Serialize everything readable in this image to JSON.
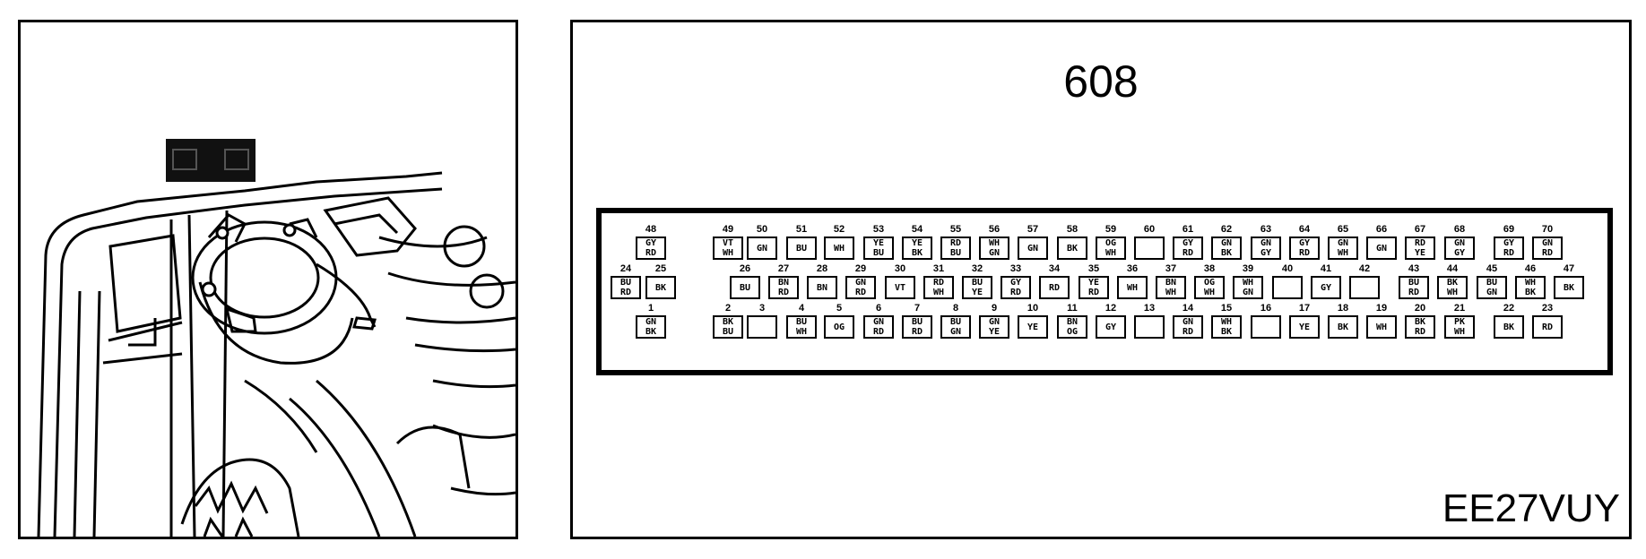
{
  "diagram": {
    "connector_number": "608",
    "figure_code": "EE27VUY",
    "rows": [
      {
        "row": "top",
        "pins": [
          {
            "pin": "48",
            "colors": [
              "GY",
              "RD"
            ]
          },
          {
            "pin": "49",
            "colors": [
              "VT",
              "WH"
            ]
          },
          {
            "pin": "50",
            "colors": [
              "GN"
            ]
          },
          {
            "pin": "51",
            "colors": [
              "BU"
            ]
          },
          {
            "pin": "52",
            "colors": [
              "WH"
            ]
          },
          {
            "pin": "53",
            "colors": [
              "YE",
              "BU"
            ]
          },
          {
            "pin": "54",
            "colors": [
              "YE",
              "BK"
            ]
          },
          {
            "pin": "55",
            "colors": [
              "RD",
              "BU"
            ]
          },
          {
            "pin": "56",
            "colors": [
              "WH",
              "GN"
            ]
          },
          {
            "pin": "57",
            "colors": [
              "GN"
            ]
          },
          {
            "pin": "58",
            "colors": [
              "BK"
            ]
          },
          {
            "pin": "59",
            "colors": [
              "OG",
              "WH"
            ]
          },
          {
            "pin": "60",
            "colors": []
          },
          {
            "pin": "61",
            "colors": [
              "GY",
              "RD"
            ]
          },
          {
            "pin": "62",
            "colors": [
              "GN",
              "BK"
            ]
          },
          {
            "pin": "63",
            "colors": [
              "GN",
              "GY"
            ]
          },
          {
            "pin": "64",
            "colors": [
              "GY",
              "RD"
            ]
          },
          {
            "pin": "65",
            "colors": [
              "GN",
              "WH"
            ]
          },
          {
            "pin": "66",
            "colors": [
              "GN"
            ]
          },
          {
            "pin": "67",
            "colors": [
              "RD",
              "YE"
            ]
          },
          {
            "pin": "68",
            "colors": [
              "GN",
              "GY"
            ]
          },
          {
            "pin": "69",
            "colors": [
              "GY",
              "RD"
            ]
          },
          {
            "pin": "70",
            "colors": [
              "GN",
              "RD"
            ]
          }
        ]
      },
      {
        "row": "middle",
        "pins": [
          {
            "pin": "24",
            "colors": [
              "BU",
              "RD"
            ]
          },
          {
            "pin": "25",
            "colors": [
              "BK"
            ]
          },
          {
            "pin": "26",
            "colors": [
              "BU"
            ]
          },
          {
            "pin": "27",
            "colors": [
              "BN",
              "RD"
            ]
          },
          {
            "pin": "28",
            "colors": [
              "BN"
            ]
          },
          {
            "pin": "29",
            "colors": [
              "GN",
              "RD"
            ]
          },
          {
            "pin": "30",
            "colors": [
              "VT"
            ]
          },
          {
            "pin": "31",
            "colors": [
              "RD",
              "WH"
            ]
          },
          {
            "pin": "32",
            "colors": [
              "BU",
              "YE"
            ]
          },
          {
            "pin": "33",
            "colors": [
              "GY",
              "RD"
            ]
          },
          {
            "pin": "34",
            "colors": [
              "RD"
            ]
          },
          {
            "pin": "35",
            "colors": [
              "YE",
              "RD"
            ]
          },
          {
            "pin": "36",
            "colors": [
              "WH"
            ]
          },
          {
            "pin": "37",
            "colors": [
              "BN",
              "WH"
            ]
          },
          {
            "pin": "38",
            "colors": [
              "OG",
              "WH"
            ]
          },
          {
            "pin": "39",
            "colors": [
              "WH",
              "GN"
            ]
          },
          {
            "pin": "40",
            "colors": []
          },
          {
            "pin": "41",
            "colors": [
              "GY"
            ]
          },
          {
            "pin": "42",
            "colors": []
          },
          {
            "pin": "43",
            "colors": [
              "BU",
              "RD"
            ]
          },
          {
            "pin": "44",
            "colors": [
              "BK",
              "WH"
            ]
          },
          {
            "pin": "45",
            "colors": [
              "BU",
              "GN"
            ]
          },
          {
            "pin": "46",
            "colors": [
              "WH",
              "BK"
            ]
          },
          {
            "pin": "47",
            "colors": [
              "BK"
            ]
          }
        ]
      },
      {
        "row": "bottom",
        "pins": [
          {
            "pin": "1",
            "colors": [
              "GN",
              "BK"
            ]
          },
          {
            "pin": "2",
            "colors": [
              "BK",
              "BU"
            ]
          },
          {
            "pin": "3",
            "colors": []
          },
          {
            "pin": "4",
            "colors": [
              "BU",
              "WH"
            ]
          },
          {
            "pin": "5",
            "colors": [
              "OG"
            ]
          },
          {
            "pin": "6",
            "colors": [
              "GN",
              "RD"
            ]
          },
          {
            "pin": "7",
            "colors": [
              "BU",
              "RD"
            ]
          },
          {
            "pin": "8",
            "colors": [
              "BU",
              "GN"
            ]
          },
          {
            "pin": "9",
            "colors": [
              "GN",
              "YE"
            ]
          },
          {
            "pin": "10",
            "colors": [
              "YE"
            ]
          },
          {
            "pin": "11",
            "colors": [
              "BN",
              "OG"
            ]
          },
          {
            "pin": "12",
            "colors": [
              "GY"
            ]
          },
          {
            "pin": "13",
            "colors": []
          },
          {
            "pin": "14",
            "colors": [
              "GN",
              "RD"
            ]
          },
          {
            "pin": "15",
            "colors": [
              "WH",
              "BK"
            ]
          },
          {
            "pin": "16",
            "colors": []
          },
          {
            "pin": "17",
            "colors": [
              "YE"
            ]
          },
          {
            "pin": "18",
            "colors": [
              "BK"
            ]
          },
          {
            "pin": "19",
            "colors": [
              "WH"
            ]
          },
          {
            "pin": "20",
            "colors": [
              "BK",
              "RD"
            ]
          },
          {
            "pin": "21",
            "colors": [
              "PK",
              "WH"
            ]
          },
          {
            "pin": "22",
            "colors": [
              "BK"
            ]
          },
          {
            "pin": "23",
            "colors": [
              "RD"
            ]
          }
        ]
      }
    ]
  }
}
